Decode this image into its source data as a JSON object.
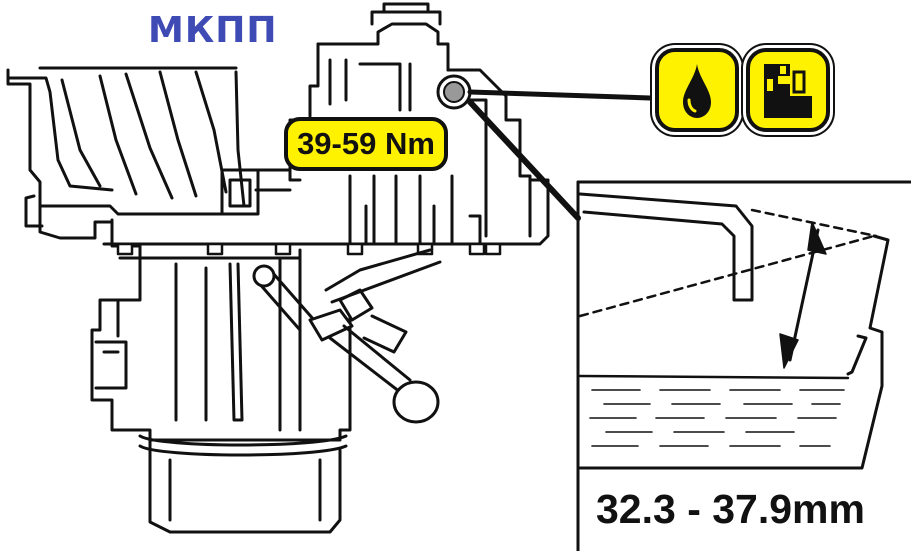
{
  "diagram": {
    "caption": "МКПП",
    "torque_label": "39-59 Nm",
    "level_label": "32.3 - 37.9mm",
    "icons": [
      {
        "name": "oil-drop-icon"
      },
      {
        "name": "oil-level-plug-icon"
      }
    ],
    "colors": {
      "caption": "#3f4bb5",
      "tag": "#fff200",
      "line": "#111111"
    }
  }
}
